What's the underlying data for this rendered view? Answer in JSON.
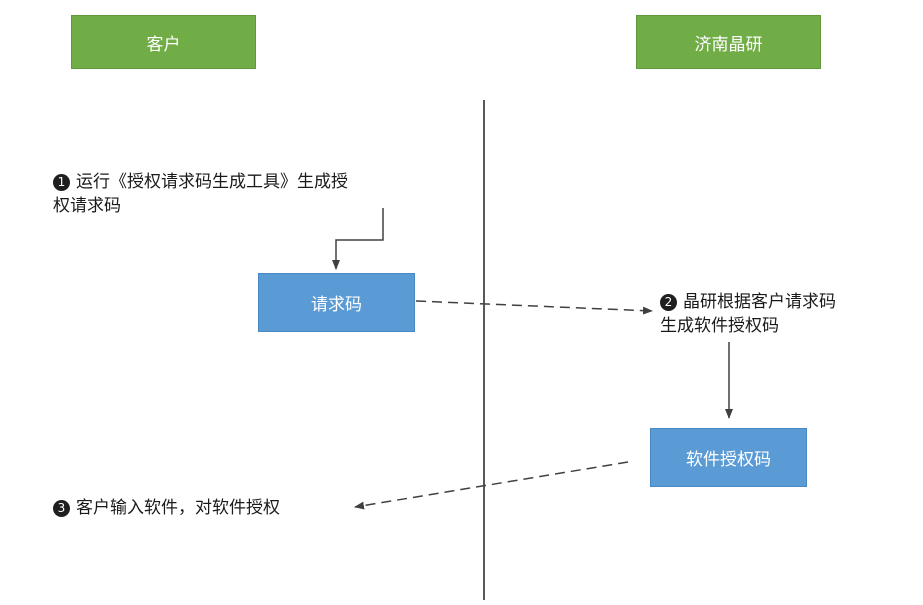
{
  "lanes": {
    "customer": "客户",
    "company": "济南晶研"
  },
  "boxes": {
    "request_code": "请求码",
    "license_code": "软件授权码"
  },
  "steps": {
    "step1": {
      "number": "1",
      "line1": "运行《授权请求码生成工具》生成授",
      "line2": "权请求码"
    },
    "step2": {
      "number": "2",
      "line1": "晶研根据客户请求码",
      "line2": "生成软件授权码"
    },
    "step3": {
      "number": "3",
      "line1": "客户输入软件，对软件授权"
    }
  },
  "colors": {
    "lane_header": "#70ad47",
    "box": "#5b9bd5",
    "line": "#404040"
  }
}
